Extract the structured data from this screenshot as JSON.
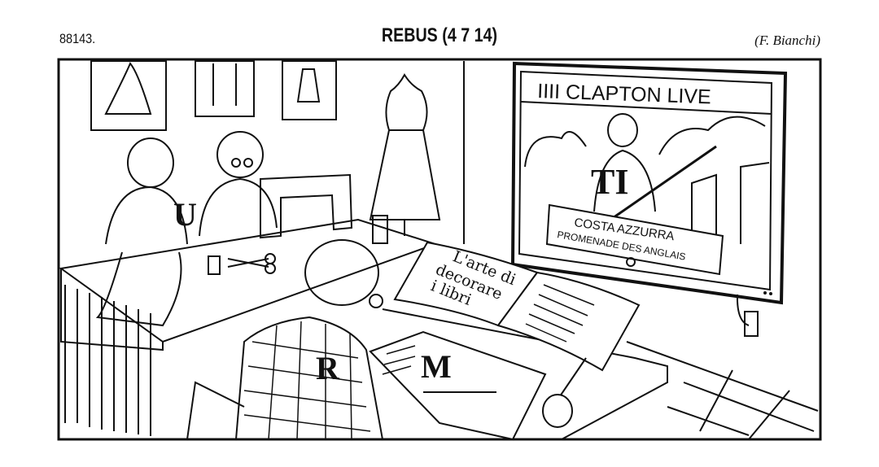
{
  "header": {
    "number": "88143.",
    "title": "REBUS (4 7 14)",
    "author": "(F. Bianchi)"
  },
  "scene": {
    "letters": {
      "seamstress": "U",
      "tv_guitarist": "TI",
      "man_back": "R",
      "page": "M"
    },
    "tv": {
      "banner": "IIII CLAPTON LIVE",
      "sign_line1": "COSTA AZZURRA",
      "sign_line2": "PROMENADE DES ANGLAIS"
    },
    "book": {
      "line1": "L'arte di",
      "line2": "decorare",
      "line3": "i libri"
    }
  },
  "colors": {
    "ink": "#111111",
    "paper": "#ffffff"
  }
}
